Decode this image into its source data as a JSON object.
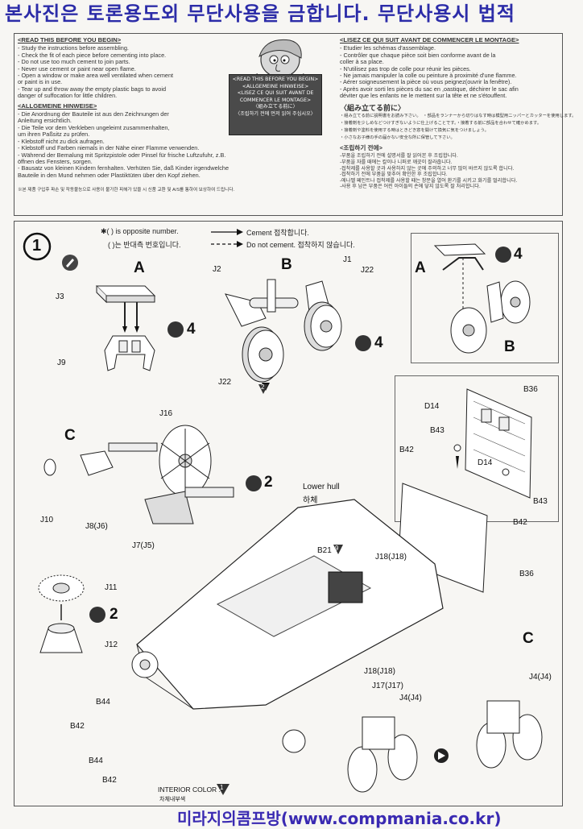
{
  "banner": "본사진은 토론용도외 무단사용을 금합니다. 무단사용시 법적",
  "left_col": {
    "header1": "<READ THIS BEFORE YOU BEGIN>",
    "lines1": [
      "- Study the instructions before assembling.",
      "- Check the fit of each piece before cementing into place.",
      "- Do not use too much cement to join parts.",
      "- Never use cement or paint near open flame.",
      "- Open a window or make area well ventilated when cement",
      "   or paint is in use.",
      "- Tear up and throw away the empty plastic bags to avoid",
      "   danger of suffocation for little children."
    ],
    "header2": "<ALLGEMEINE HINWEISE>",
    "lines2": [
      "- Die Anordnung der Bauteile ist aus den Zeichnungen der",
      "   Anleitung ersichtlich.",
      "- Die Teile vor dem Verkleben ungeleimt zusammenhalten,",
      "   um ihren Paßsitz zu prüfen.",
      "- Klebstoff nicht zu dick aufragen.",
      "- Klebstoff und Farben niemals in der Nähe einer Flamme verwenden.",
      "- Während der Bemalung mit Spritzpistole oder Pinsel für frische Luftzufuhr, z.B.",
      "   öffnen des Fensters, sorgen.",
      "- Bausatz von kleinen Kindern fernhalten. Verhüten Sie, daß Kinder irgendwelche",
      "   Bauteile in den Mund nehmen oder Plastiktüten über den Kopf ziehen."
    ],
    "note": "※본 제품 구입후 파손 및 작동불능으로 사용이 불가한 피해가 있을 시 신품 교환 및 A/S를 통하여 보상하여 드립니다."
  },
  "sign": {
    "lines": [
      "<READ THIS BEFORE YOU BEGIN>",
      "<ALLGEMEINE HINWEISE>",
      "<LISEZ CE QUI SUIT AVANT DE",
      "COMMENCER LE MONTAGE>",
      "〈組み立てる前に〉",
      "〈조립하기 전에 먼저 읽어 주십시오〉"
    ]
  },
  "right_col": {
    "header1": "<LISEZ CE QUI SUIT AVANT DE COMMENCER LE MONTAGE>",
    "lines1": [
      "- Etudier les schémas d'assemblage.",
      "- Contrôler que chaque pièce soit bien conforme avant de la",
      "   coller à sa place.",
      "- N'utilisez pas trop de colle pour réunir les pièces.",
      "- Ne jamais manipuler la colle ou peinture à proximité d'une flamme.",
      "- Aérer soigneusement la pièce où vous peignez(ouvrir la fenêtre).",
      "- Après avoir sorti les pièces du sac en ,oastique, déchirer le sac afin",
      "   déviter que les enfants ne le mettent sur la tête et ne s'étouffent."
    ],
    "header2": "〈組み立てる前に〉",
    "lines2": [
      "・組み立てる前に説明書をお読み下さい。　・部品をランナーから切りはなす時は模型用ニッパーとカッターを使用します。",
      "・接着剤を少しめなどつけすぎないように仕上げることです。・接着する前に部品を合わせて確かめます。",
      "・接着剤や塗料を使用する時はときどき窓を開けて換気に気をつけましょう。",
      "・小さなお子様の手の届かない安全な所に保管して下さい。"
    ],
    "header3": "<조립하기 전에>",
    "lines3": [
      "-부품을 조립하기 전에 설명서를 잘 읽어본 후 조립합니다.",
      "-부품을 자를 때에는 칼이나 니퍼로 깨끗이 잘라줍니다.",
      "-접착제를 사용할 곳과 사용하지 않는 곳에 주의하고 너무 많이 바르지 않도록 합니다.",
      "-접착하기 전에 부품을 맞추어 확인한 후 조립합니다.",
      "-에나멜 페인트나 접착제를 사용할 때는 창문을 열어 환기를 시키고 화기를 멀리합니다.",
      "-사용 후 남은 부품은 어린 아이들의 손에 닿지 않도록 잘 처리합니다."
    ]
  },
  "legend": {
    "row1_sym": "✱( ) is opposite number.",
    "row1_meaning": "Cement 접착합니다.",
    "row2_sym": "( )는 반대측 번호입니다.",
    "row2_meaning": "Do not cement. 접착하지 않습니다."
  },
  "step": {
    "number": "1"
  },
  "groups": {
    "A": "A",
    "B": "B",
    "C": "C",
    "A2": "A",
    "B2": "B",
    "C2": "C"
  },
  "counts": {
    "a": "4",
    "b": "4",
    "c": "2",
    "d": "4",
    "e": "2"
  },
  "parts": {
    "J3": "J3",
    "J9": "J9",
    "J2": "J2",
    "J1": "J1",
    "J22a": "J22",
    "J22b": "J22",
    "J16": "J16",
    "J10": "J10",
    "J8": "J8(J6)",
    "J7": "J7(J5)",
    "J11": "J11",
    "J12": "J12",
    "B36a": "B36",
    "B36b": "B36",
    "D14a": "D14",
    "D14b": "D14",
    "B43a": "B43",
    "B43b": "B43",
    "B42a": "B42",
    "B42b": "B42",
    "B42c": "B42",
    "B42d": "B42",
    "B44a": "B44",
    "B44b": "B44",
    "B21": "B21",
    "J18a": "J18(J18)",
    "J18b": "J18(J18)",
    "J17": "J17(J17)",
    "J4a": "J4(J4)",
    "J4b": "J4(J4)"
  },
  "color_markers": {
    "m2": "2",
    "m9": "9",
    "m1": "1"
  },
  "lower_hull": {
    "en": "Lower hull",
    "ko": "하체"
  },
  "interior": {
    "en": "INTERIOR COLOR :",
    "ko": "차체내부색"
  },
  "footer": "미라지의콤프방(www.compmania.co.kr)"
}
